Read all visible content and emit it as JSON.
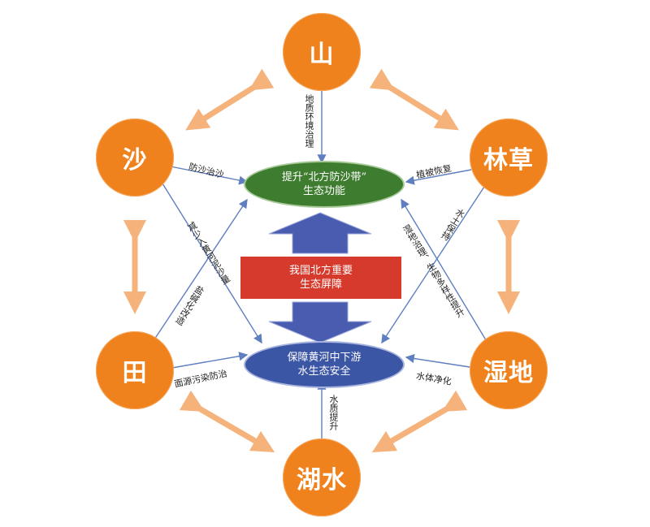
{
  "nodes": {
    "mountain": "山",
    "sand": "沙",
    "forest_grass": "林草",
    "farmland": "田",
    "wetland": "湿地",
    "lake_water": "湖水"
  },
  "center": {
    "top_line1": "提升“北方防沙带”",
    "top_line2": "生态功能",
    "middle_line1": "我国北方重要",
    "middle_line2": "生态屏障",
    "bottom_line1": "保障黄河中下游",
    "bottom_line2": "水生态安全"
  },
  "links": {
    "geology": "地质环境治理",
    "sand_control": "防沙治沙",
    "veg_restore": "植被恢复",
    "reduce_silt": "减少入黄河泥沙量",
    "soil_water": "水土保持",
    "wetland_bio": "湿地治理、生物多样性提升",
    "saline": "盐碱化改造",
    "nonpoint": "面源污染防治",
    "water_purify": "水体净化",
    "water_quality": "水质提升"
  },
  "colors": {
    "node_orange": "#f0821e",
    "ring_arrow": "#f5b27a",
    "green_ellipse": "#3e7d2f",
    "blue_ellipse": "#3c56a6",
    "red_box": "#d63a2c",
    "block_arrow": "#4a5cb0",
    "line_arrow": "#5f7fc0"
  }
}
